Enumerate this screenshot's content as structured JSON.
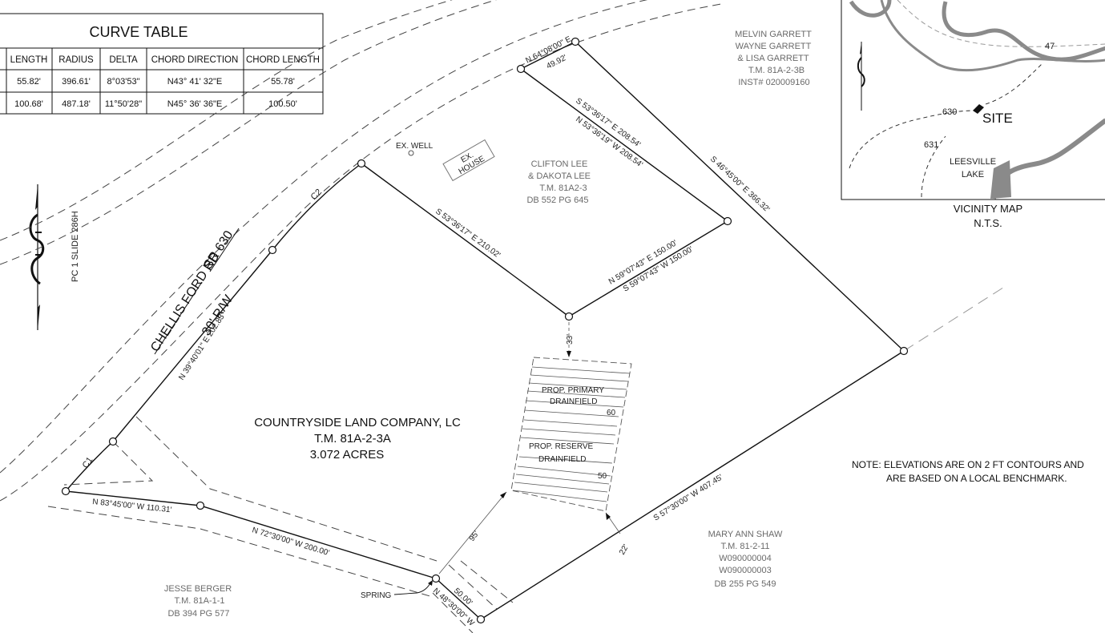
{
  "curve_table": {
    "title": "CURVE TABLE",
    "headers": [
      "LENGTH",
      "RADIUS",
      "DELTA",
      "CHORD DIRECTION",
      "CHORD LENGTH"
    ],
    "rows": [
      [
        "55.82'",
        "396.61'",
        "8°03'53\"",
        "N43° 41' 32\"E",
        "55.78'"
      ],
      [
        "100.68'",
        "487.18'",
        "11°50'28\"",
        "N45° 36' 36\"E",
        "100.50'"
      ]
    ]
  },
  "road": {
    "name": "CHELLIS FORD RD",
    "route": "SR 630",
    "row": "30' R/W",
    "curve_1": "C1",
    "curve_2": "C2"
  },
  "plat_ref": "PC 1  SLIDE 286H",
  "main_parcel": {
    "owner": "COUNTRYSIDE LAND COMPANY, LC",
    "tax_map": "T.M. 81A-2-3A",
    "acreage": "3.072 ACRES"
  },
  "adjoiners": {
    "garrett": [
      "MELVIN GARRETT",
      "WAYNE GARRETT",
      "& LISA GARRETT",
      "T.M.  81A-2-3B",
      "INST# 020009160"
    ],
    "lee": [
      "CLIFTON LEE",
      "& DAKOTA LEE",
      "T.M.  81A2-3",
      "DB 552  PG 645"
    ],
    "shaw": [
      "MARY ANN SHAW",
      "T.M. 81-2-11",
      "W090000004",
      "W090000003",
      "DB 255 PG 549"
    ],
    "berger": [
      "JESSE BERGER",
      "T.M. 81A-1-1",
      "DB 394  PG 577"
    ]
  },
  "bearings": {
    "n64": "N 64°08'00\" E",
    "n64_dist": "49.92'",
    "s53_outer": "S 53°36'17\" E  208.54'",
    "n53_inner": "N 53°36'19\" W  208.54'",
    "s46": "S 46°45'00\" E  366.32'",
    "s53_lower": "S 53°36'17\" E  210.02'",
    "n59": "N 59°07'43\" E  150.00'",
    "s59": "S 59°07'43\" W  150.00'",
    "n39": "N 39°40'01\" E  202.83'",
    "s57": "S 57°30'00\" W  407.45'",
    "n83": "N 83°45'00\" W  110.31'",
    "n72": "N 72°30'00\" W  200.00'",
    "n48": "N 48°30'00\" W",
    "n48_dist": "50.00'"
  },
  "features": {
    "well": "EX. WELL",
    "house_1": "EX.",
    "house_2": "HOUSE",
    "primary_1": "PROP. PRIMARY",
    "primary_2": "DRAINFIELD",
    "reserve_1": "PROP. RESERVE",
    "reserve_2": "DRAINFIELD",
    "spring": "SPRING",
    "dim_33": "33'",
    "dim_95": "95'",
    "dim_22": "22'",
    "contour_60": "60",
    "contour_50": "50"
  },
  "note": {
    "line1": "NOTE:  ELEVATIONS ARE ON 2 FT CONTOURS AND",
    "line2": "ARE BASED ON A LOCAL BENCHMARK."
  },
  "vicinity": {
    "title": "VICINITY MAP",
    "scale": "N.T.S.",
    "site": "SITE",
    "lake_1": "LEESVILLE",
    "lake_2": "LAKE",
    "route_47": "47",
    "route_630": "630",
    "route_631": "631"
  }
}
